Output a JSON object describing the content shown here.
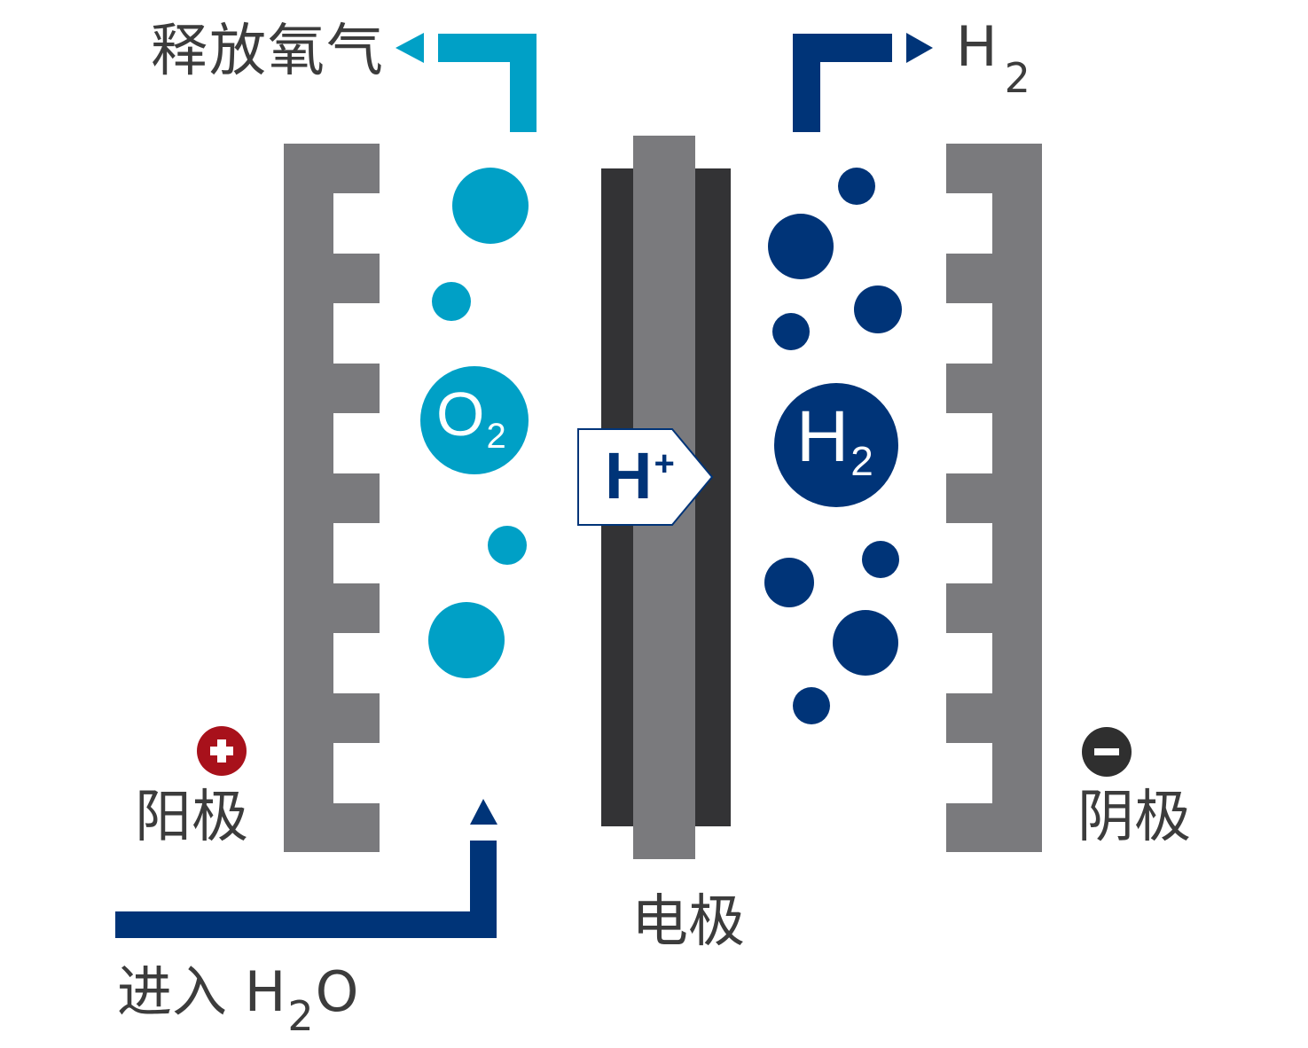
{
  "labels": {
    "oxygen_release": "释放氧气",
    "hydrogen_out": {
      "main": "H",
      "sub": "2"
    },
    "anode": "阳极",
    "cathode": "阴极",
    "electrode": "电极",
    "water_in": {
      "prefix": "进入 H",
      "sub": "2",
      "suffix": "O"
    }
  },
  "molecules": {
    "oxygen": {
      "main": "O",
      "sub": "2"
    },
    "hydrogen": {
      "main": "H",
      "sub": "2"
    },
    "proton": {
      "main": "H",
      "sup": "+"
    }
  },
  "colors": {
    "oxygen_teal": "#00A0C6",
    "hydrogen_navy": "#003478",
    "plate_gray": "#7a7a7d",
    "membrane_dark": "#333335",
    "anode_red": "#a8111b",
    "cathode_dark": "#2f2f2f"
  },
  "icons": {
    "anode_sign": "plus-icon",
    "cathode_sign": "minus-icon"
  }
}
